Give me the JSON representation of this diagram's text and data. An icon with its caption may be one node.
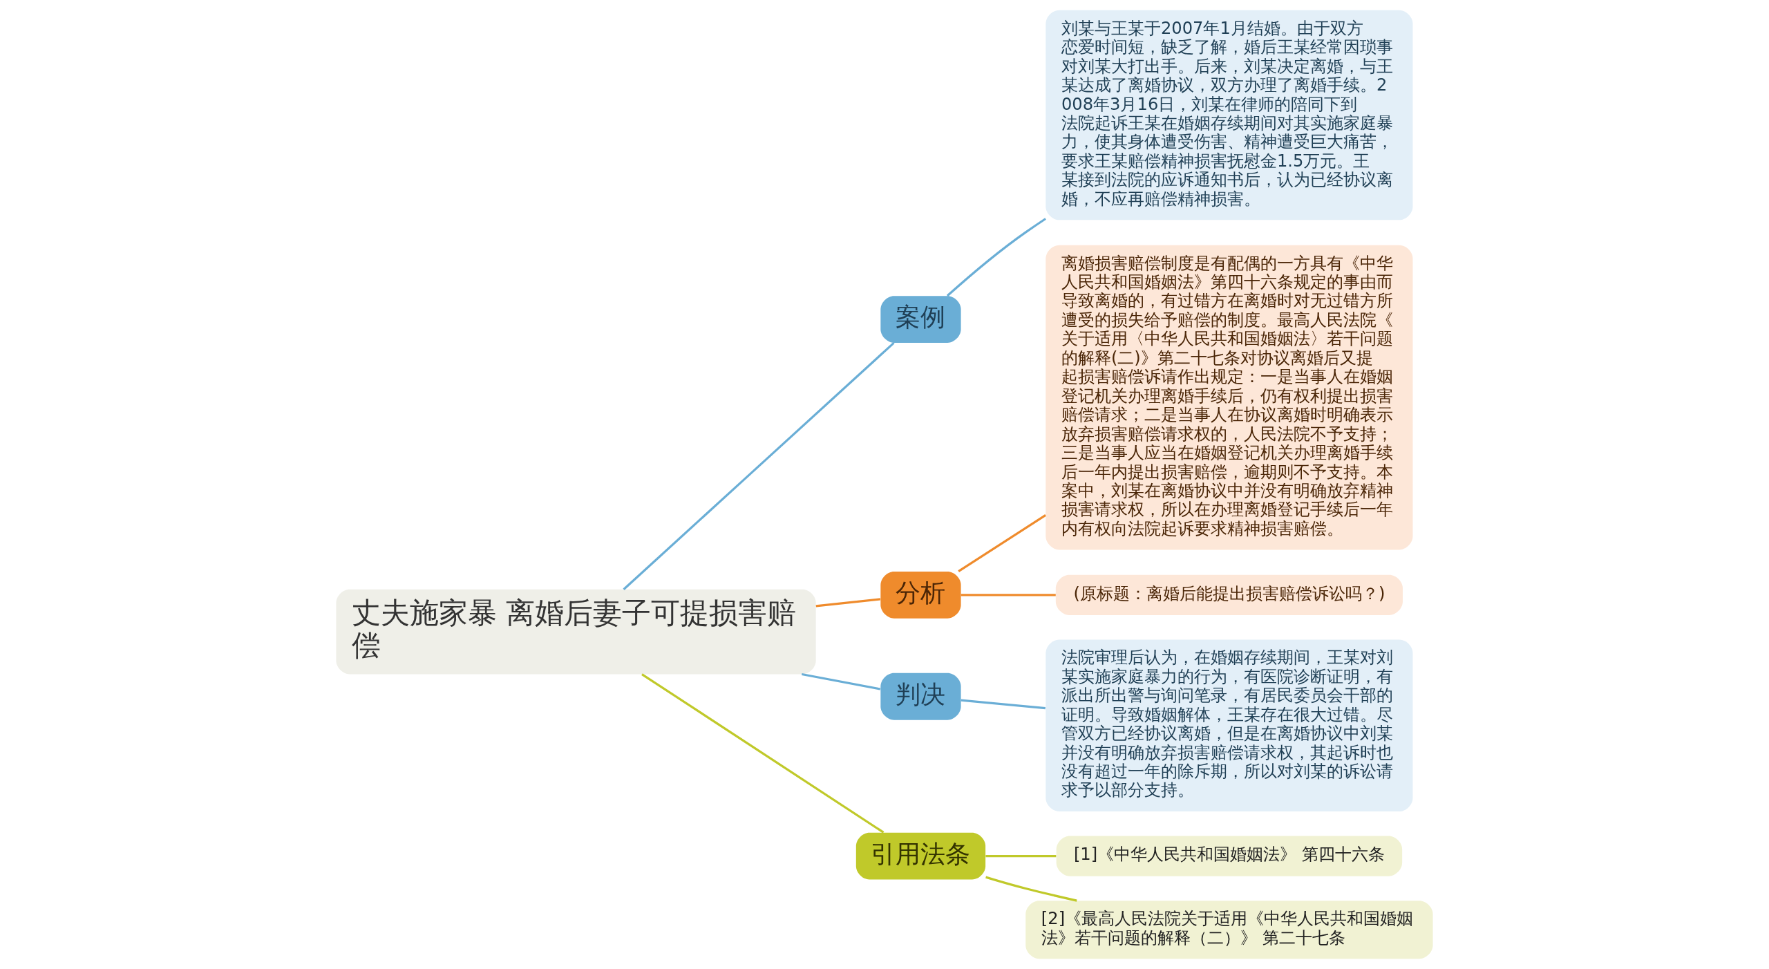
{
  "diagram": {
    "nodes": [
      {
        "text": [
          "丈夫施家暴 离婚后妻子可提损害赔偿"
        ]
      },
      {
        "text": [
          "案例"
        ]
      },
      {
        "text": [
          "刘某与王某于2007年1月结婚。由于双方恋爱时间短，缺乏了解，婚后王某经常因琐事对刘某大打出手。后来，刘某决定离婚，与王某达成了离婚协议，双方办理了离婚手续。2008年3月16日，刘某在律师的陪同下到法院起诉王某在婚姻存续期间对其实施家庭暴力，使其身体遭受伤害、精神遭受巨大痛苦，要求王某赔偿精神损害抚慰金1.5万元。王某接到法院的应诉通知书后，认为已经协议离婚，不应再赔偿精神损害。"
        ]
      },
      {
        "text": [
          "分析"
        ]
      },
      {
        "text": [
          "离婚损害赔偿制度是有配偶的一方具有《中华人民共和国婚姻法》第四十六条规定的事由而导致离婚的，有过错方在离婚时对无过错方所遭受的损失给予赔偿的制度。最高人民法院《关于适用〈中华人民共和国婚姻法〉若干问题的解释(二)》第二十七条对协议离婚后又提起损害赔偿诉请作出规定：一是当事人在婚姻登记机关办理离婚手续后，仍有权利提出损害赔偿请求；二是当事人在协议离婚时明确表示放弃损害赔偿请求权的，人民法院不予支持；三是当事人应当在婚姻登记机关办理离婚手续后一年内提出损害赔偿，逾期则不予支持。本案中，刘某在离婚协议中并没有明确放弃精神损害请求权，所以在办理离婚登记手续后一年内有权向法院起诉要求精神损害赔偿。"
        ]
      },
      {
        "text": [
          "(原标题：离婚后能提出损害赔偿诉讼吗？)"
        ]
      },
      {
        "text": [
          "判决"
        ]
      },
      {
        "text": [
          "法院审理后认为，在婚姻存续期间，王某对刘某实施家庭暴力的行为，有医院诊断证明，有派出所出警与询问笔录，有居民委员会干部的证明。导致婚姻解体，王某存在很大过错。尽管双方已经协议离婚，但是在离婚协议中刘某并没有明确放弃损害赔偿请求权，其起诉时也没有超过一年的除斥期，所以对刘某的诉讼请求予以部分支持。"
        ]
      },
      {
        "text": [
          "引用法条"
        ]
      },
      {
        "text": [
          "[1]《中华人民共和国婚姻法》 第四十六条"
        ]
      },
      {
        "text": [
          "[2]《最高人民法院关于适用《中华人民共和国婚姻法》若干问题的解释（二）》 第二十七条"
        ]
      }
    ],
    "edges": [
      {
        "from": 0,
        "to": 1,
        "arrow": "none",
        "color": "#6aaed6"
      },
      {
        "from": 1,
        "to": 2,
        "arrow": "none",
        "color": "#6aaed6"
      },
      {
        "from": 0,
        "to": 3,
        "arrow": "none",
        "color": "#ef8b2c"
      },
      {
        "from": 3,
        "to": 4,
        "arrow": "none",
        "color": "#ef8b2c"
      },
      {
        "from": 3,
        "to": 5,
        "arrow": "none",
        "color": "#ef8b2c"
      },
      {
        "from": 0,
        "to": 6,
        "arrow": "none",
        "color": "#6aaed6"
      },
      {
        "from": 6,
        "to": 7,
        "arrow": "none",
        "color": "#6aaed6"
      },
      {
        "from": 0,
        "to": 8,
        "arrow": "none",
        "color": "#c0c92a"
      },
      {
        "from": 8,
        "to": 9,
        "arrow": "none",
        "color": "#c0c92a"
      },
      {
        "from": 8,
        "to": 10,
        "arrow": "none",
        "color": "#c0c92a"
      }
    ]
  }
}
